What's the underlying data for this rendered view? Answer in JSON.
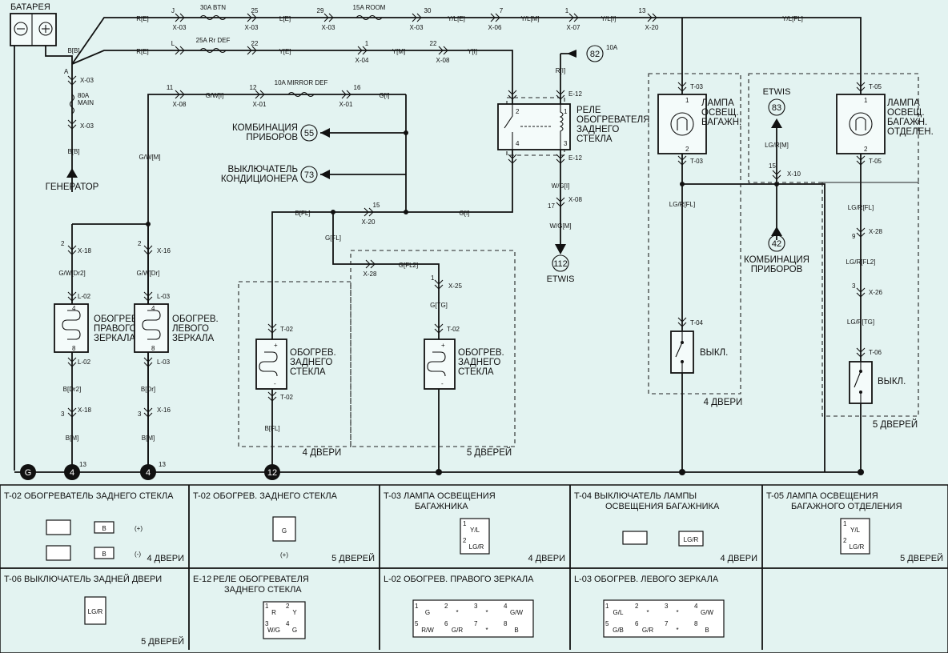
{
  "main": {
    "battery_label": "БАТАРЕЯ",
    "generator": "ГЕНЕРАТОР",
    "instrument_cluster": "КОМБИНАЦИЯ\nПРИБОРОВ",
    "ac_switch": "ВЫКЛЮЧАТЕЛЬ\nКОНДИЦИОНЕРА",
    "relay": "РЕЛЕ\nОБОГРЕВАТЕЛЯ\nЗАДНЕГО\nСТЕКЛА",
    "right_mirror": "ОБОГРЕВ.\nПРАВОГО\nЗЕРКАЛА",
    "left_mirror": "ОБОГРЕВ.\nЛЕВОГО\nЗЕРКАЛА",
    "rear_glass_4d": "ОБОГРЕВ.\nЗАДНЕГО\nСТЕКЛА",
    "rear_glass_5d": "ОБОГРЕВ.\nЗАДНЕГО\nСТЕКЛА",
    "trunk_lamp": "ЛАМПА\nОСВЕЩ.\nБАГАЖН.",
    "cargo_lamp": "ЛАМПА\nОСВЕЩ.\nБАГАЖН.\nОТДЕЛЕН.",
    "switch_4d": "ВЫКЛ.",
    "switch_5d": "ВЫКЛ.",
    "etwis": "ETWIS",
    "instrument_cluster_2": "КОМБИНАЦИЯ\nПРИБОРОВ",
    "doors4": "4 ДВЕРИ",
    "doors5": "5 ДВЕРЕЙ",
    "fuse_btn": "30A BTN",
    "fuse_room": "15A ROOM",
    "fuse_rrdef": "25A Rr DEF",
    "fuse_main": "80A\nMAIN",
    "fuse_mirror": "10A MIRROR DEF",
    "fuse_10a": "10A",
    "ref55": "55",
    "ref73": "73",
    "ref82": "82",
    "ref112": "112",
    "ref83": "83",
    "ref42": "42",
    "g_ground": "G",
    "g4a": "4",
    "g4b": "4",
    "g12": "12",
    "g13a": "13",
    "g13b": "13"
  },
  "wires": {
    "rE1": "R[E]",
    "rE2": "R[E]",
    "bB1": "B[B]",
    "bB2": "B[B]",
    "lE": "L[E]",
    "ylE": "Y/L[E]",
    "ylM": "Y/L[M]",
    "ylI": "Y/L[I]",
    "ylFL": "Y/L[FL]",
    "yE": "Y[E]",
    "yM": "Y[M]",
    "yI": "Y[I]",
    "gwI": "G/W[I]",
    "gI": "G[I]",
    "gwM": "G/W[M]",
    "gwDr2": "G/W[Dr2]",
    "gwDr": "G/W[Dr]",
    "bDr2": "B[Dr2]",
    "bDr": "B[Dr]",
    "bM1": "B[M]",
    "bM2": "B[M]",
    "bFL": "B[FL]",
    "bFL2": "B[FL]",
    "gFL": "G[FL]",
    "gI2": "G[I]",
    "gFL2": "G[FL2]",
    "gTG": "G[TG]",
    "rI": "R[I]",
    "wgI": "W/G[I]",
    "wgM": "W/G[M]",
    "lgrFL": "LG/R[FL]",
    "lgrM": "LG/R[M]",
    "lgrFL5": "LG/R[FL]",
    "lgrFL2": "LG/R[FL2]",
    "lgrTG": "LG/R[TG]"
  },
  "connectors": {
    "x03a": "X-03",
    "x03b": "X-03",
    "x03c": "X-03",
    "x03d": "X-03",
    "x03e": "X-03",
    "x03f": "X-03",
    "x06": "X-06",
    "x07": "X-07",
    "x20a": "X-20",
    "x04": "X-04",
    "x08a": "X-08",
    "x08b": "X-08",
    "x01a": "X-01",
    "x01b": "X-01",
    "x18a": "X-18",
    "x18b": "X-18",
    "x16a": "X-16",
    "x16b": "X-16",
    "l02a": "L-02",
    "l02b": "L-02",
    "l03a": "L-03",
    "l03b": "L-03",
    "x20b": "X-20",
    "x28a": "X-28",
    "x25": "X-25",
    "t02a": "T-02",
    "t02b": "T-02",
    "t02c": "T-02",
    "e12a": "E-12",
    "e12b": "E-12",
    "x08c": "X-08",
    "t03a": "T-03",
    "t03b": "T-03",
    "t04": "T-04",
    "t05a": "T-05",
    "t05b": "T-05",
    "x10": "X-10",
    "x28b": "X-28",
    "x26": "X-26",
    "t06": "T-06",
    "pA": "A",
    "pin_j": "J",
    "pin_25": "25",
    "pin_29": "29",
    "pin_30": "30",
    "pin_7": "7",
    "pin_1a": "1",
    "pin_13": "13",
    "pin_l": "L",
    "pin_22a": "22",
    "pin_1b": "1",
    "pin_22b": "22",
    "pin_11": "11",
    "pin_12": "12",
    "pin_16": "16",
    "pin_15": "15",
    "pin_2a": "2",
    "pin_2b": "2",
    "pin_4a": "4",
    "pin_8a": "8",
    "pin_4b": "4",
    "pin_8b": "8",
    "pin_3a": "3",
    "pin_3b": "3",
    "pin_8c": "8",
    "pin_1c": "1",
    "pin_17": "17",
    "pin_r2": "2",
    "pin_r4": "4",
    "pin_r1": "1",
    "pin_r3": "3",
    "pin_l1a": "1",
    "pin_l2a": "2",
    "pin_l1b": "1",
    "pin_l2b": "2",
    "pin_15b": "15",
    "pin_9": "9",
    "pin_3c": "3",
    "pin_4c": "4",
    "plus1": "+",
    "minus1": "-",
    "plus2": "+",
    "minus2": "-"
  },
  "legend": [
    {
      "code": "T-02",
      "title": "ОБОГРЕВАТЕЛЬ ЗАДНЕГО СТЕКЛА",
      "variant": "4 ДВЕРИ",
      "pins": [
        "B",
        "B"
      ],
      "signs": [
        "(+)",
        "(-)"
      ]
    },
    {
      "code": "T-02",
      "title": "ОБОГРЕВ. ЗАДНЕГО  СТЕКЛА",
      "variant": "5 ДВЕРЕЙ",
      "pins": [
        "G"
      ],
      "signs": [
        "(+)"
      ]
    },
    {
      "code": "T-03",
      "title": "ЛАМПА ОСВЕЩЕНИЯ\nБАГАЖНИКА",
      "variant": "4 ДВЕРИ",
      "pins": [
        "Y/L",
        "LG/R"
      ],
      "nums": [
        "1",
        "2"
      ]
    },
    {
      "code": "T-04",
      "title": "ВЫКЛЮЧАТЕЛЬ ЛАМПЫ\nОСВЕЩЕНИЯ БАГАЖНИКА",
      "variant": "4 ДВЕРИ",
      "pins": [
        "LG/R"
      ]
    },
    {
      "code": "T-05",
      "title": "ЛАМПА ОСВЕЩЕНИЯ\nБАГАЖНОГО ОТДЕЛЕНИЯ",
      "variant": "5 ДВЕРЕЙ",
      "pins": [
        "Y/L",
        "LG/R"
      ],
      "nums": [
        "1",
        "2"
      ]
    },
    {
      "code": "T-06",
      "title": "ВЫКЛЮЧАТЕЛЬ ЗАДНЕЙ ДВЕРИ",
      "variant": "5 ДВЕРЕЙ",
      "pins": [
        "LG/R"
      ]
    },
    {
      "code": "E-12",
      "title": "РЕЛЕ ОБОГРЕВАТЕЛЯ\nЗАДНЕГО СТЕКЛА",
      "variant": "",
      "pins": [
        "R",
        "Y",
        "W/G",
        "G"
      ],
      "nums": [
        "1",
        "2",
        "3",
        "4"
      ]
    },
    {
      "code": "L-02",
      "title": "ОБОГРЕВ. ПРАВОГО ЗЕРКАЛА",
      "variant": "",
      "pins": [
        "G",
        "*",
        "*",
        "G/W",
        "R/W",
        "G/R",
        "*",
        "B"
      ],
      "nums": [
        "1",
        "2",
        "3",
        "4",
        "5",
        "6",
        "7",
        "8"
      ]
    },
    {
      "code": "L-03",
      "title": "ОБОГРЕВ. ЛЕВОГО ЗЕРКАЛА",
      "variant": "",
      "pins": [
        "G/L",
        "*",
        "*",
        "G/W",
        "G/B",
        "G/R",
        "*",
        "B"
      ],
      "nums": [
        "1",
        "2",
        "3",
        "4",
        "5",
        "6",
        "7",
        "8"
      ]
    }
  ]
}
